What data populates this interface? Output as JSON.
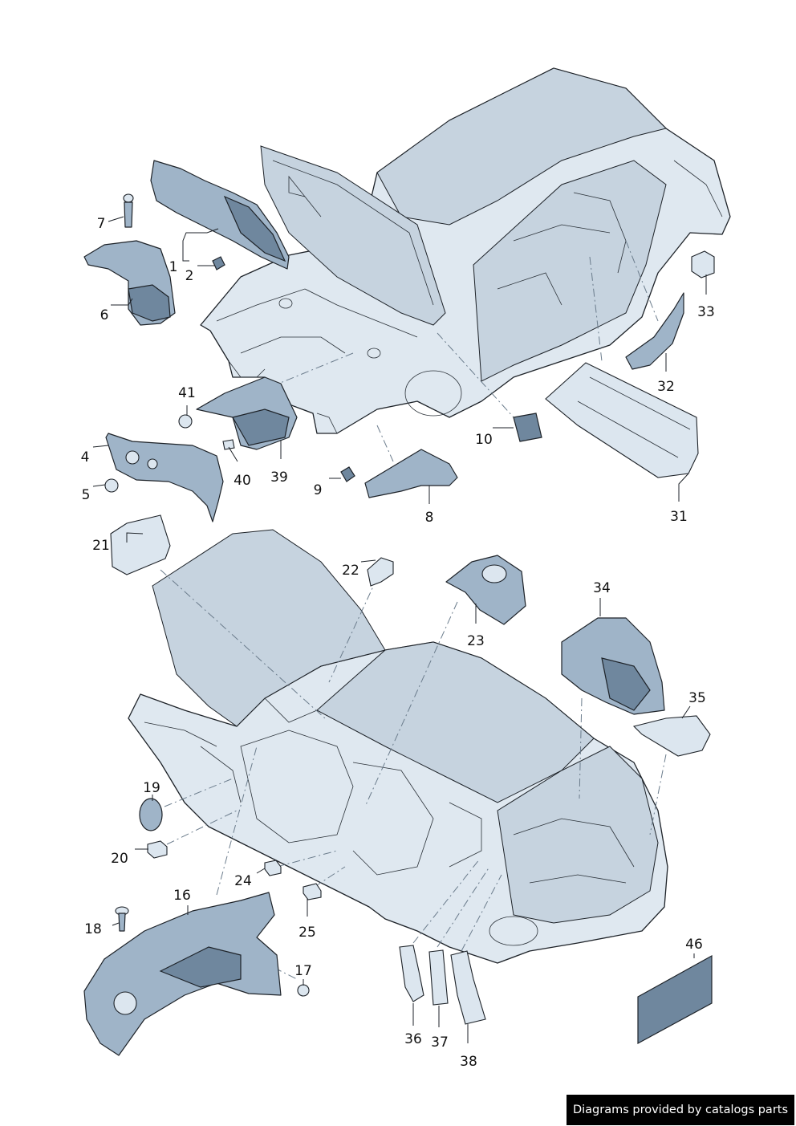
{
  "callouts": {
    "c1": "1",
    "c2": "2",
    "c4": "4",
    "c5": "5",
    "c6": "6",
    "c7": "7",
    "c8": "8",
    "c9": "9",
    "c10": "10",
    "c16": "16",
    "c17": "17",
    "c18": "18",
    "c19": "19",
    "c20": "20",
    "c21": "21",
    "c22": "22",
    "c23": "23",
    "c24": "24",
    "c25": "25",
    "c31": "31",
    "c32": "32",
    "c33": "33",
    "c34": "34",
    "c35": "35",
    "c36": "36",
    "c37": "37",
    "c38": "38",
    "c39": "39",
    "c40": "40",
    "c41": "41",
    "c46": "46"
  },
  "footer": {
    "text": "Diagrams provided by catalogs parts"
  }
}
